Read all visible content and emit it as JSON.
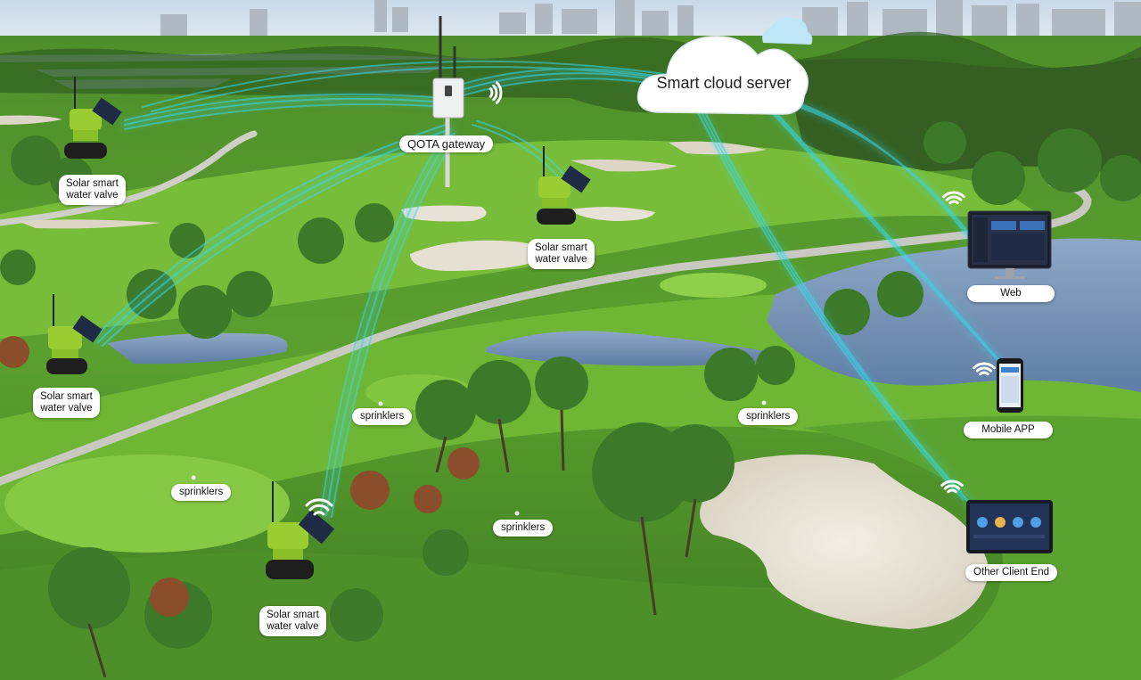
{
  "cloud": {
    "label": "Smart cloud server"
  },
  "gateway": {
    "label": "QOTA gateway"
  },
  "valves": [
    {
      "line1": "Solar smart",
      "line2": "water valve"
    },
    {
      "line1": "Solar smart",
      "line2": "water valve"
    },
    {
      "line1": "Solar smart",
      "line2": "water valve"
    },
    {
      "line1": "Solar smart",
      "line2": "water valve"
    }
  ],
  "sprinklers": [
    {
      "label": "sprinklers"
    },
    {
      "label": "sprinklers"
    },
    {
      "label": "sprinklers"
    },
    {
      "label": "sprinklers"
    }
  ],
  "clients": {
    "web": "Web",
    "mobile": "Mobile APP",
    "other": "Other Client End"
  },
  "colors": {
    "grass": "#5fa52e",
    "fairway": "#7cc23a",
    "sand": "#e8e2d4",
    "water": "#7d9bbd",
    "signal": "#33d6e6",
    "valve_body": "#9acd32"
  },
  "icons": [
    "cloud-icon",
    "wifi-icon",
    "solar-valve-icon",
    "gateway-icon",
    "monitor-icon",
    "phone-icon",
    "tablet-icon",
    "sprinkler-icon"
  ]
}
